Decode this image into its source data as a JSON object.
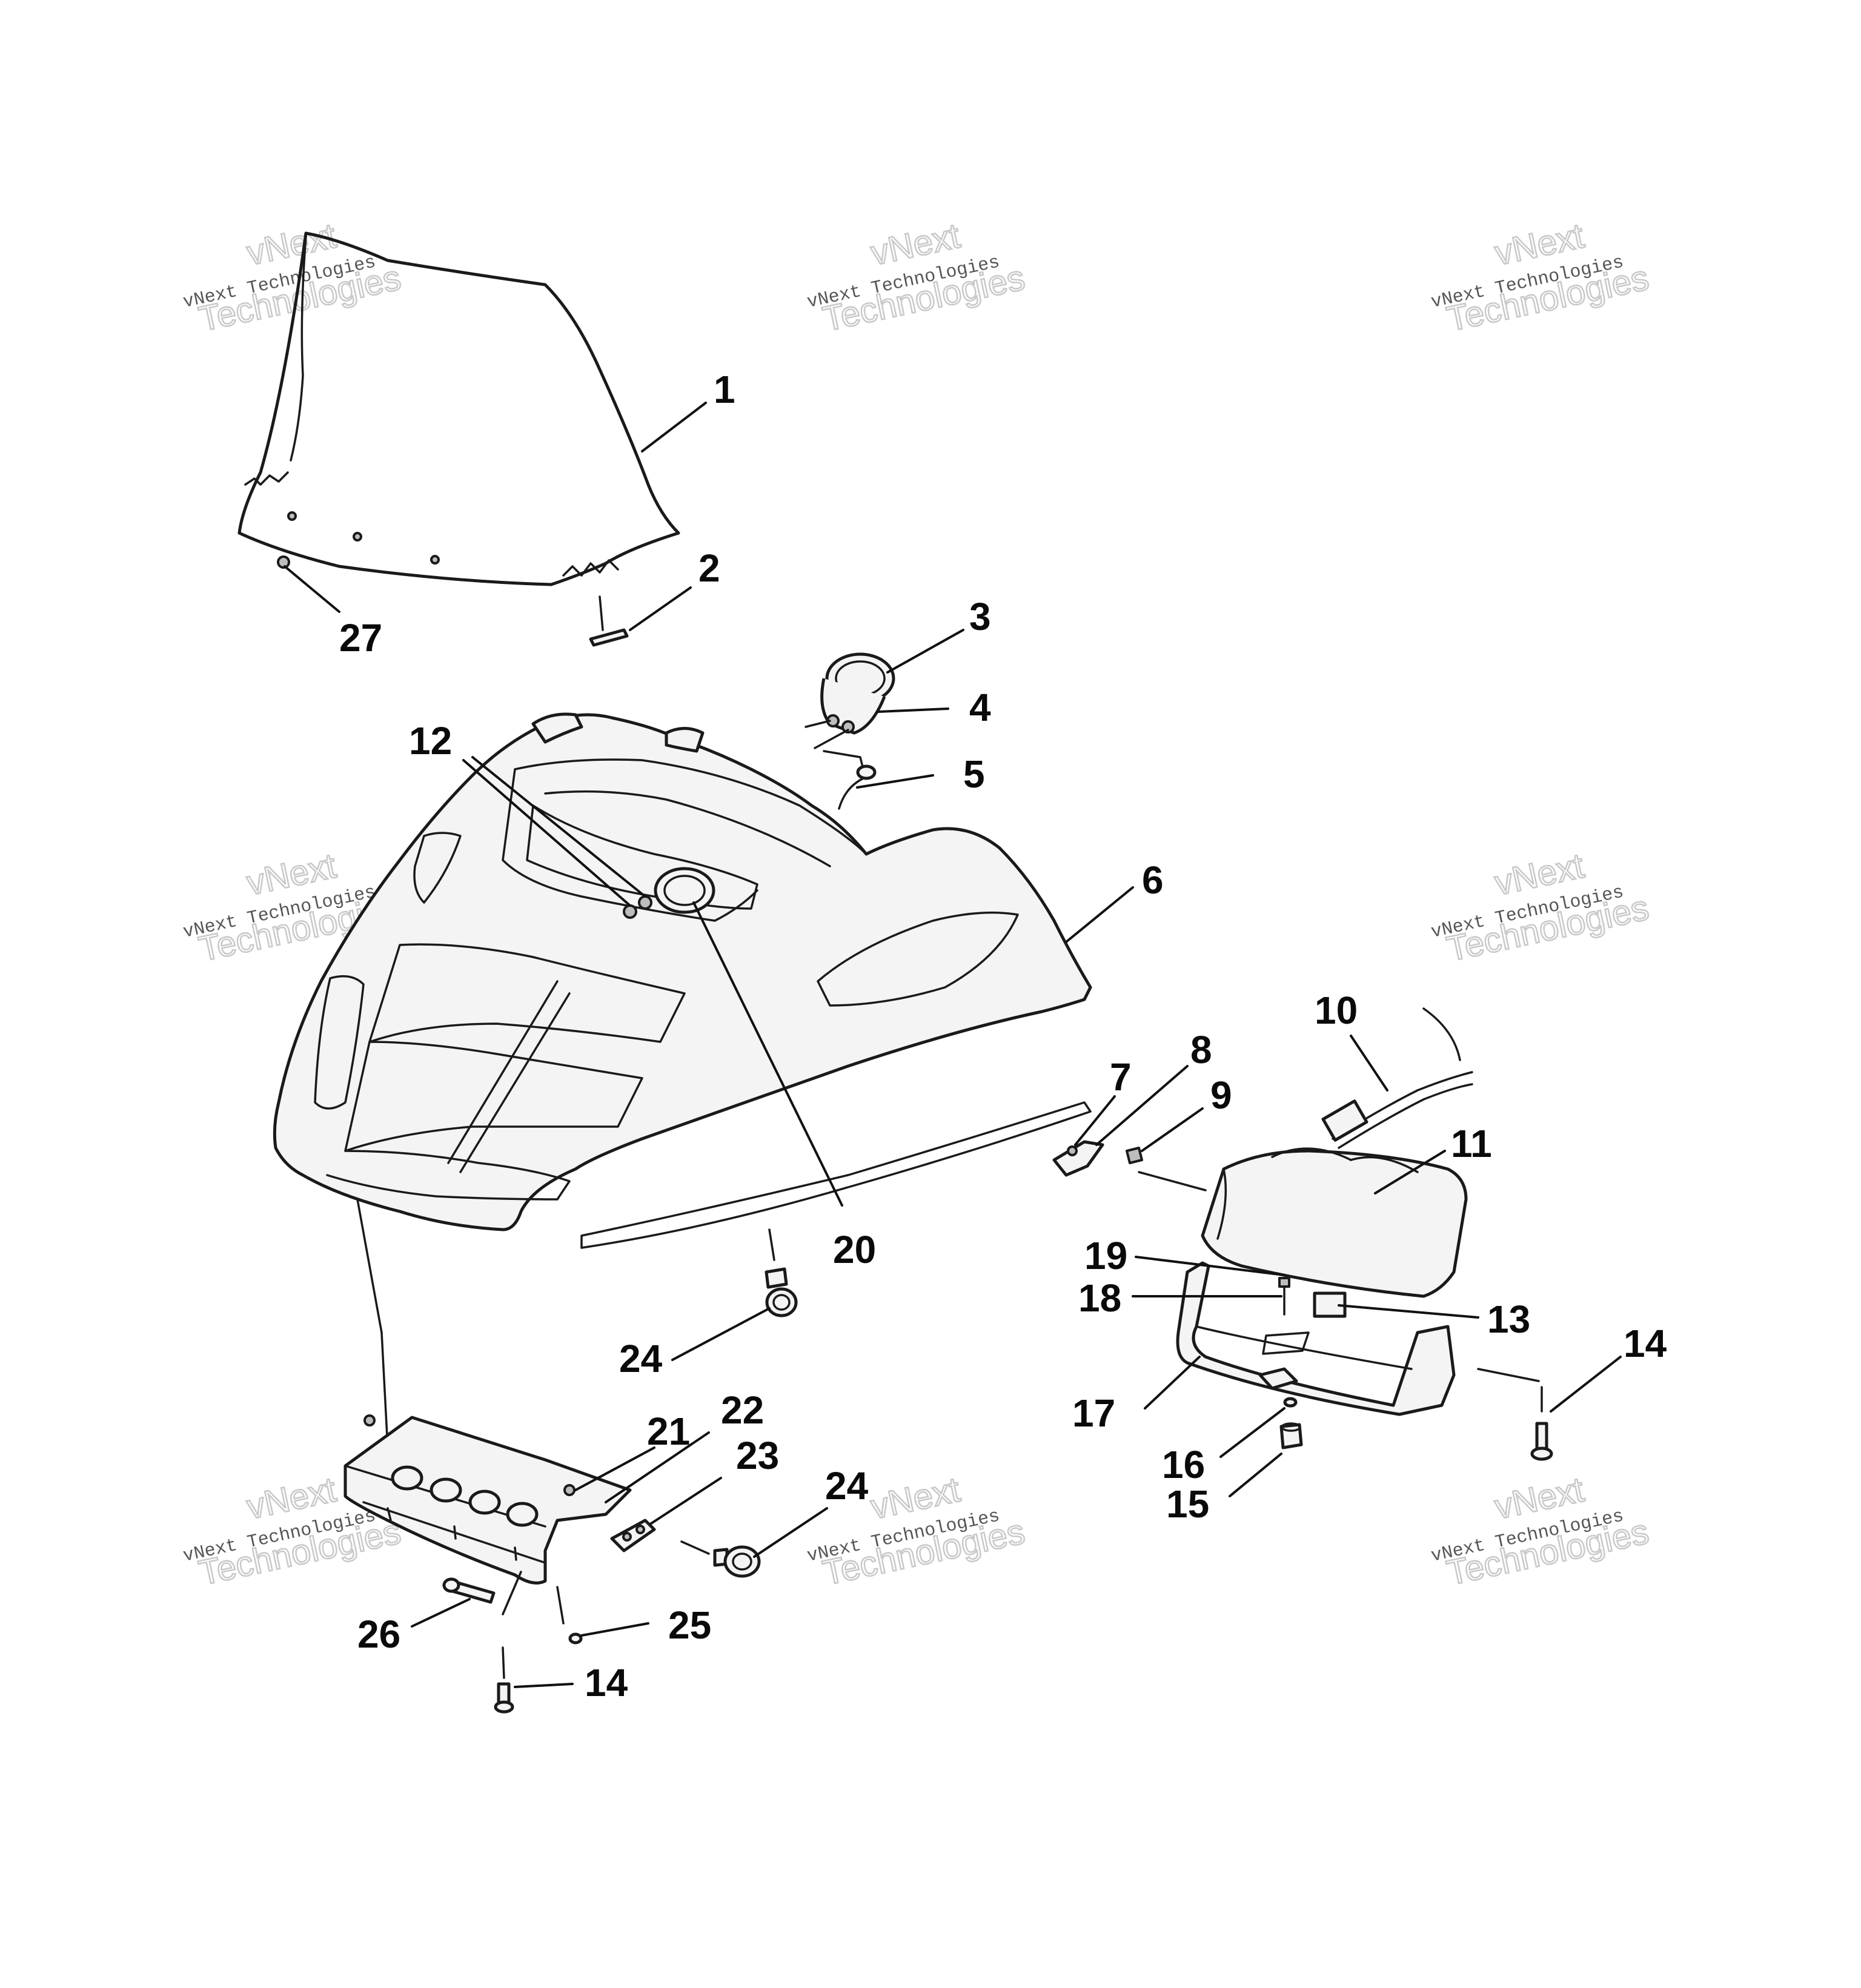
{
  "callouts": {
    "c1": "1",
    "c2": "2",
    "c3": "3",
    "c4": "4",
    "c5": "5",
    "c6": "6",
    "c7": "7",
    "c8": "8",
    "c9": "9",
    "c10": "10",
    "c11": "11",
    "c12": "12",
    "c13": "13",
    "c14a": "14",
    "c14b": "14",
    "c15": "15",
    "c16": "16",
    "c17": "17",
    "c18": "18",
    "c19": "19",
    "c20": "20",
    "c21": "21",
    "c22": "22",
    "c23": "23",
    "c24a": "24",
    "c24b": "24",
    "c25": "25",
    "c26": "26",
    "c27": "27"
  },
  "watermark": {
    "line1": "vNext Technologies",
    "line2a": "vNext",
    "line2b": "Technologies"
  }
}
